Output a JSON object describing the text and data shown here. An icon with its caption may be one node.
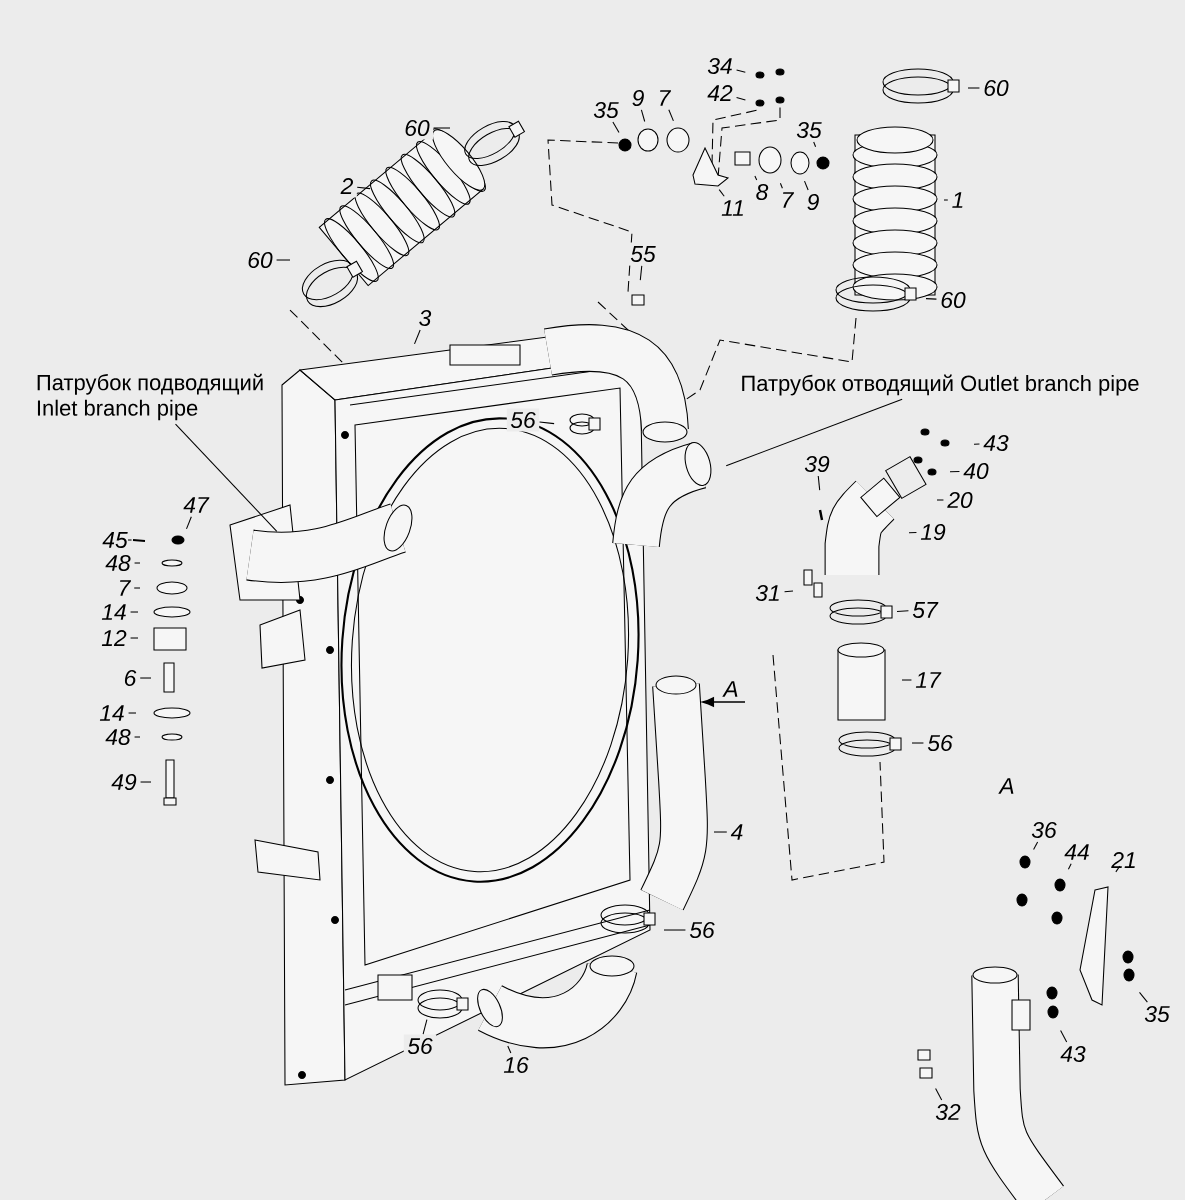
{
  "diagram": {
    "nodes": [
      {
        "text": [
          "34"
        ]
      },
      {
        "text": [
          "42"
        ]
      },
      {
        "text": [
          "60"
        ]
      },
      {
        "text": [
          "35"
        ]
      },
      {
        "text": [
          "9"
        ]
      },
      {
        "text": [
          "7"
        ]
      },
      {
        "text": [
          "60"
        ]
      },
      {
        "text": [
          "35"
        ]
      },
      {
        "text": [
          "2"
        ]
      },
      {
        "text": [
          "11"
        ]
      },
      {
        "text": [
          "8"
        ]
      },
      {
        "text": [
          "7"
        ]
      },
      {
        "text": [
          "9"
        ]
      },
      {
        "text": [
          "1"
        ]
      },
      {
        "text": [
          "60"
        ]
      },
      {
        "text": [
          "55"
        ]
      },
      {
        "text": [
          "60"
        ]
      },
      {
        "text": [
          "3"
        ]
      },
      {
        "text": [
          "Патрубок подводящий",
          "Inlet branch pipe"
        ]
      },
      {
        "text": [
          "Патрубок отводящий Outlet branch pipe"
        ]
      },
      {
        "text": [
          "56"
        ]
      },
      {
        "text": [
          "43"
        ]
      },
      {
        "text": [
          "40"
        ]
      },
      {
        "text": [
          "39"
        ]
      },
      {
        "text": [
          "20"
        ]
      },
      {
        "text": [
          "47"
        ]
      },
      {
        "text": [
          "19"
        ]
      },
      {
        "text": [
          "45"
        ]
      },
      {
        "text": [
          "48"
        ]
      },
      {
        "text": [
          "7"
        ]
      },
      {
        "text": [
          "31"
        ]
      },
      {
        "text": [
          "57"
        ]
      },
      {
        "text": [
          "14"
        ]
      },
      {
        "text": [
          "12"
        ]
      },
      {
        "text": [
          "6"
        ]
      },
      {
        "text": [
          "17"
        ]
      },
      {
        "text": [
          "14"
        ]
      },
      {
        "text": [
          "48"
        ]
      },
      {
        "text": [
          "56"
        ]
      },
      {
        "text": [
          "49"
        ]
      },
      {
        "text": [
          "36"
        ]
      },
      {
        "text": [
          "4"
        ]
      },
      {
        "text": [
          "44"
        ]
      },
      {
        "text": [
          "21"
        ]
      },
      {
        "text": [
          "56"
        ]
      },
      {
        "text": [
          "35"
        ]
      },
      {
        "text": [
          "43"
        ]
      },
      {
        "text": [
          "56"
        ]
      },
      {
        "text": [
          "16"
        ]
      },
      {
        "text": [
          "32"
        ]
      }
    ],
    "edges": [
      {
        "from": 0,
        "to": null,
        "arrow": "none"
      },
      {
        "from": 1,
        "to": null,
        "arrow": "none"
      },
      {
        "from": 2,
        "to": null,
        "arrow": "none"
      },
      {
        "from": 3,
        "to": null,
        "arrow": "none"
      },
      {
        "from": 4,
        "to": null,
        "arrow": "none"
      },
      {
        "from": 5,
        "to": null,
        "arrow": "none"
      },
      {
        "from": 6,
        "to": null,
        "arrow": "none"
      },
      {
        "from": 7,
        "to": null,
        "arrow": "none"
      },
      {
        "from": 8,
        "to": null,
        "arrow": "none"
      },
      {
        "from": 9,
        "to": null,
        "arrow": "none"
      },
      {
        "from": 10,
        "to": null,
        "arrow": "none"
      },
      {
        "from": 11,
        "to": null,
        "arrow": "none"
      },
      {
        "from": 12,
        "to": null,
        "arrow": "none"
      },
      {
        "from": 13,
        "to": null,
        "arrow": "none"
      },
      {
        "from": 14,
        "to": null,
        "arrow": "none"
      },
      {
        "from": 15,
        "to": null,
        "arrow": "none"
      },
      {
        "from": 16,
        "to": null,
        "arrow": "none"
      },
      {
        "from": 17,
        "to": null,
        "arrow": "none"
      },
      {
        "from": 18,
        "to": null,
        "arrow": "none"
      },
      {
        "from": 19,
        "to": null,
        "arrow": "none"
      },
      {
        "from": 20,
        "to": null,
        "arrow": "none"
      },
      {
        "from": 21,
        "to": null,
        "arrow": "none"
      },
      {
        "from": 22,
        "to": null,
        "arrow": "none"
      },
      {
        "from": 23,
        "to": null,
        "arrow": "none"
      },
      {
        "from": 24,
        "to": null,
        "arrow": "none"
      },
      {
        "from": 25,
        "to": null,
        "arrow": "none"
      },
      {
        "from": 26,
        "to": null,
        "arrow": "none"
      },
      {
        "from": 27,
        "to": null,
        "arrow": "none"
      },
      {
        "from": 28,
        "to": null,
        "arrow": "none"
      },
      {
        "from": 29,
        "to": null,
        "arrow": "none"
      },
      {
        "from": 30,
        "to": null,
        "arrow": "none"
      },
      {
        "from": 31,
        "to": null,
        "arrow": "none"
      },
      {
        "from": 32,
        "to": null,
        "arrow": "none"
      },
      {
        "from": 33,
        "to": null,
        "arrow": "none"
      },
      {
        "from": 34,
        "to": null,
        "arrow": "none"
      },
      {
        "from": 35,
        "to": null,
        "arrow": "none"
      },
      {
        "from": 36,
        "to": null,
        "arrow": "none"
      },
      {
        "from": 37,
        "to": null,
        "arrow": "none"
      },
      {
        "from": 38,
        "to": null,
        "arrow": "none"
      },
      {
        "from": 39,
        "to": null,
        "arrow": "none"
      },
      {
        "from": 40,
        "to": null,
        "arrow": "none"
      },
      {
        "from": 41,
        "to": null,
        "arrow": "none"
      },
      {
        "from": 42,
        "to": null,
        "arrow": "none"
      },
      {
        "from": 43,
        "to": null,
        "arrow": "none"
      },
      {
        "from": 44,
        "to": null,
        "arrow": "none"
      },
      {
        "from": 45,
        "to": null,
        "arrow": "none"
      },
      {
        "from": 46,
        "to": null,
        "arrow": "none"
      },
      {
        "from": 47,
        "to": null,
        "arrow": "none"
      },
      {
        "from": 48,
        "to": null,
        "arrow": "none"
      },
      {
        "from": 49,
        "to": null,
        "arrow": "none"
      }
    ],
    "labels": [
      "A",
      "A"
    ]
  }
}
